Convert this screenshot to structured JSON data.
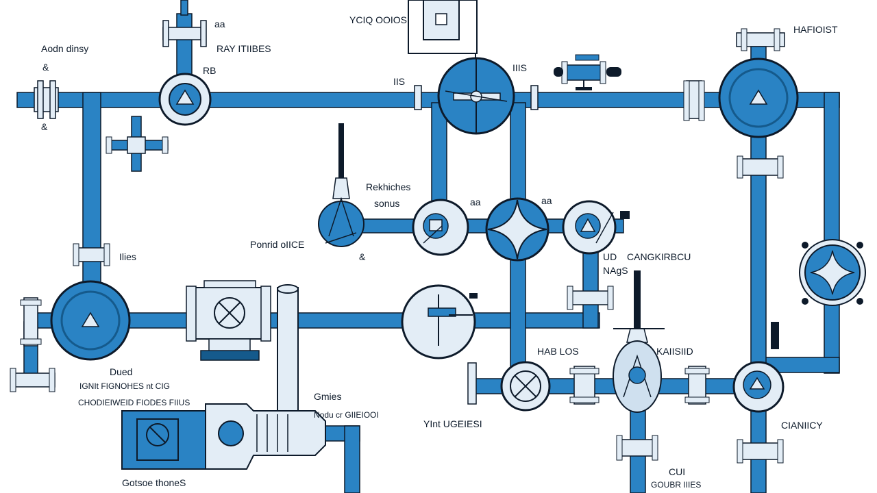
{
  "colors": {
    "pipe": "#2a83c4",
    "pipe_dark": "#155a8c",
    "fill_light": "#e3edf6",
    "fill_mid": "#cfe0ef",
    "stroke": "#0d1a2a",
    "background": "#ffffff"
  },
  "labels": {
    "top_left_1": "Aodn dinsy",
    "top_left_2": "&",
    "top_left_3": "&",
    "pump1_mark": "aa",
    "pump1_label": "RAY ITIIBES",
    "valve1_mark": "RB",
    "top_center": "YCIQ OOIOS",
    "top_mark_left": "IIS",
    "top_mark_right": "IIIS",
    "top_right": "HAFIOIST",
    "middle_left": "Ponrid oIICE",
    "middle_left_mark": "Ilies",
    "sensor_label_1": "Rekhiches",
    "sensor_label_2": "sonus",
    "sensor_mark": "&",
    "middle_mark_a": "aa",
    "middle_mark_b": "aa",
    "middle_right_1": "CANGKIRBCU",
    "middle_right_2": "NAgS",
    "middle_right_mark": "UD",
    "lower_left_1": "Dued",
    "lower_left_2": "IGNIt FIGNOHES nt CIG",
    "lower_left_3": "CHODIEIWEID FIODES FIIUS",
    "lower_mid_1": "Gmies",
    "lower_mid_2": "Nodu cr GIIEIOOI",
    "lower_center": "YInt UGEIESI",
    "lower_right_1": "HAB LOS",
    "lower_right_2": "KAIISIID",
    "far_right_label": "CIANIICY",
    "bottom_left": "Gotsoe thoneS",
    "bottom_right_1": "CUI",
    "bottom_right_2": "GOUBR IIIES"
  }
}
